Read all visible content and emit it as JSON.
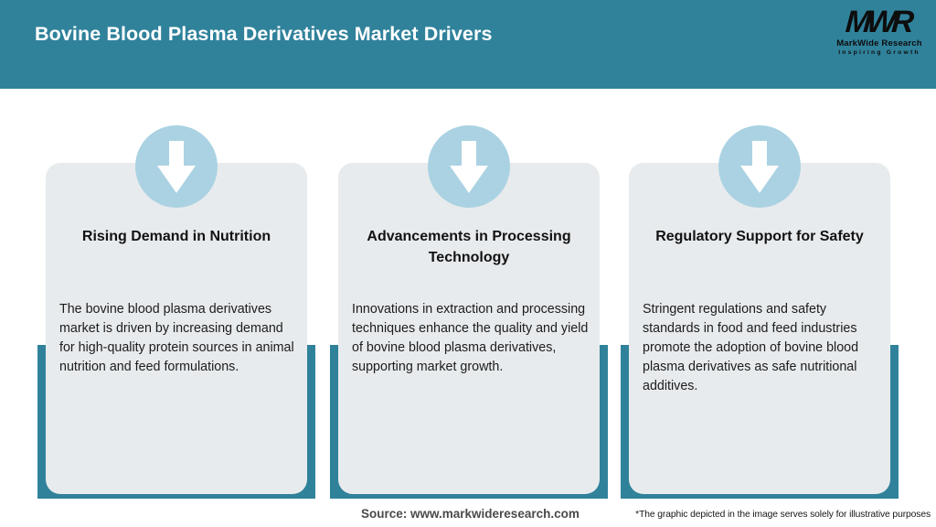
{
  "header": {
    "title": "Bovine Blood Plasma Derivatives Market Drivers",
    "logo": {
      "monogram": "MWR",
      "name": "MarkWide Research",
      "tagline": "Inspiring Growth"
    }
  },
  "cards": [
    {
      "icon": "arrow-down-icon",
      "title": "Rising Demand in Nutrition",
      "body": "The bovine blood plasma derivatives market is driven by increasing demand for high-quality protein sources in animal nutrition and feed formulations."
    },
    {
      "icon": "arrow-down-icon",
      "title": "Advancements in Processing Technology",
      "body": "Innovations in extraction and processing techniques enhance the quality and yield of bovine blood plasma derivatives, supporting market growth."
    },
    {
      "icon": "arrow-down-icon",
      "title": "Regulatory Support for Safety",
      "body": "Stringent regulations and safety standards in food and feed industries promote the adoption of bovine blood plasma derivatives as safe nutritional additives."
    }
  ],
  "footer": {
    "source": "Source: www.markwideresearch.com",
    "disclaimer": "*The graphic depicted in the image serves solely for illustrative purposes"
  },
  "colors": {
    "teal": "#30829b",
    "icon_blue": "#aad2e2",
    "card_gray": "#e8ebed",
    "title_text": "#121212",
    "header_text": "#ffffff"
  }
}
